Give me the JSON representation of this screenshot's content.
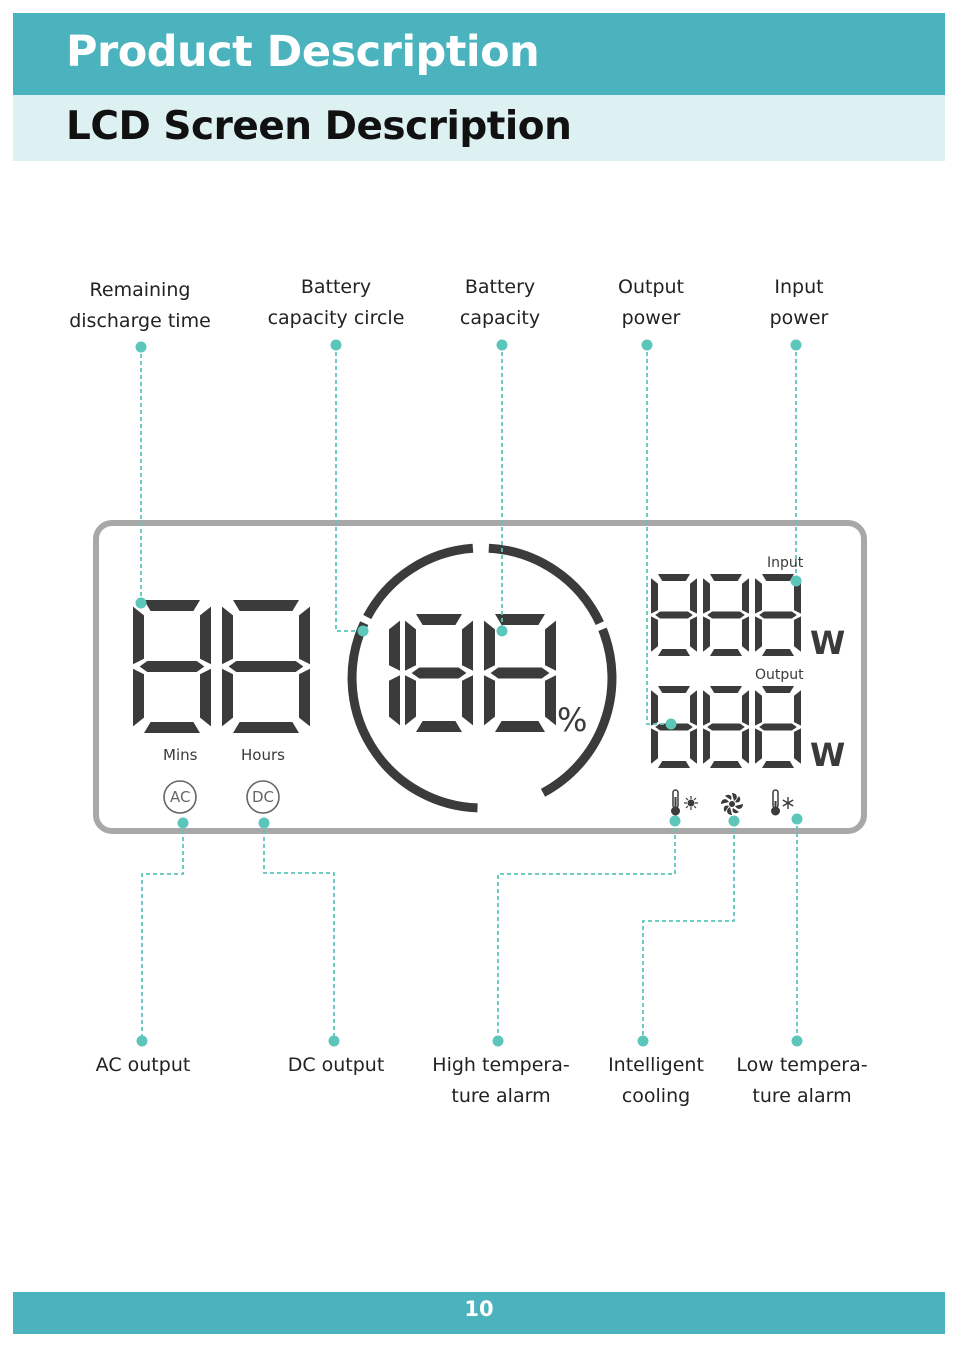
{
  "header": {
    "title": "Product Description",
    "subtitle": "LCD Screen Description"
  },
  "labels_top": {
    "remaining": [
      "Remaining",
      "discharge time"
    ],
    "circle": [
      "Battery",
      "capacity circle"
    ],
    "capacity": [
      "Battery",
      "capacity"
    ],
    "output_power": [
      "Output",
      "power"
    ],
    "input_power": [
      "Input",
      "power"
    ]
  },
  "labels_bottom": {
    "ac": [
      "AC output"
    ],
    "dc": [
      "DC output"
    ],
    "high_temp": [
      "High tempera-",
      "ture alarm"
    ],
    "cooling": [
      "Intelligent",
      "cooling"
    ],
    "low_temp": [
      "Low tempera-",
      "ture alarm"
    ]
  },
  "lcd": {
    "mins": "Mins",
    "hours": "Hours",
    "percent": "%",
    "input": "Input",
    "output": "Output",
    "watt_in": "W",
    "watt_out": "W",
    "ac_badge": "AC",
    "dc_badge": "DC"
  },
  "colors": {
    "accent": "#4ab3bd",
    "accent_light": "#ddf0f2",
    "leader": "#5cc6bb",
    "lcd_frame": "#a8a8a8",
    "segment": "#3b3b3b"
  },
  "footer": {
    "page_number": "10"
  }
}
